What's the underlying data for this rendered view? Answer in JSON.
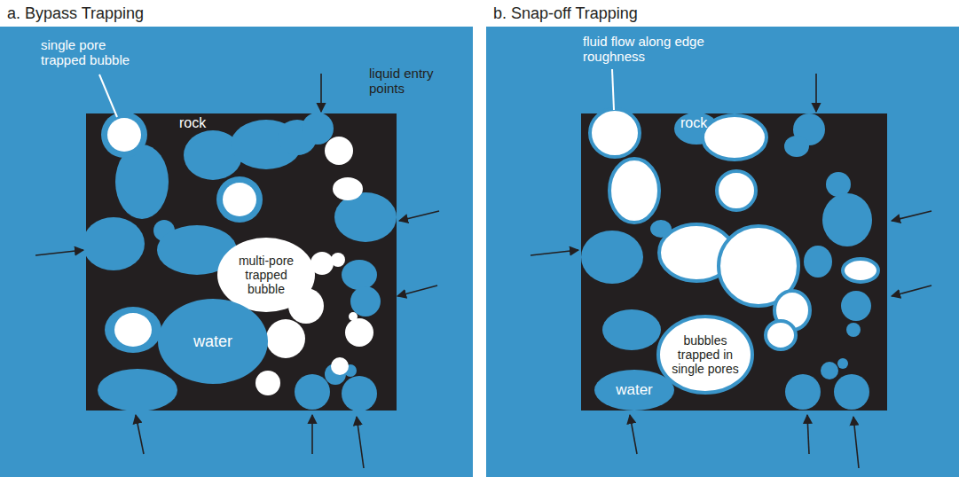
{
  "diagram": {
    "nodes": [
      {
        "text": [
          "rock"
        ]
      },
      {
        "text": [
          "multi-pore trapped bubble"
        ],
        "in": 0
      },
      {
        "text": [
          "water"
        ],
        "in": 0
      },
      {
        "text": [
          "rock"
        ]
      },
      {
        "text": [
          "bubbles trapped in single pores"
        ],
        "in": 3
      },
      {
        "text": [
          "water"
        ],
        "in": 3
      }
    ],
    "labels": [
      "a. Bypass Trapping",
      "b. Snap-off Trapping",
      "single pore trapped bubble",
      "liquid entry points",
      "fluid flow along edge roughness"
    ]
  }
}
